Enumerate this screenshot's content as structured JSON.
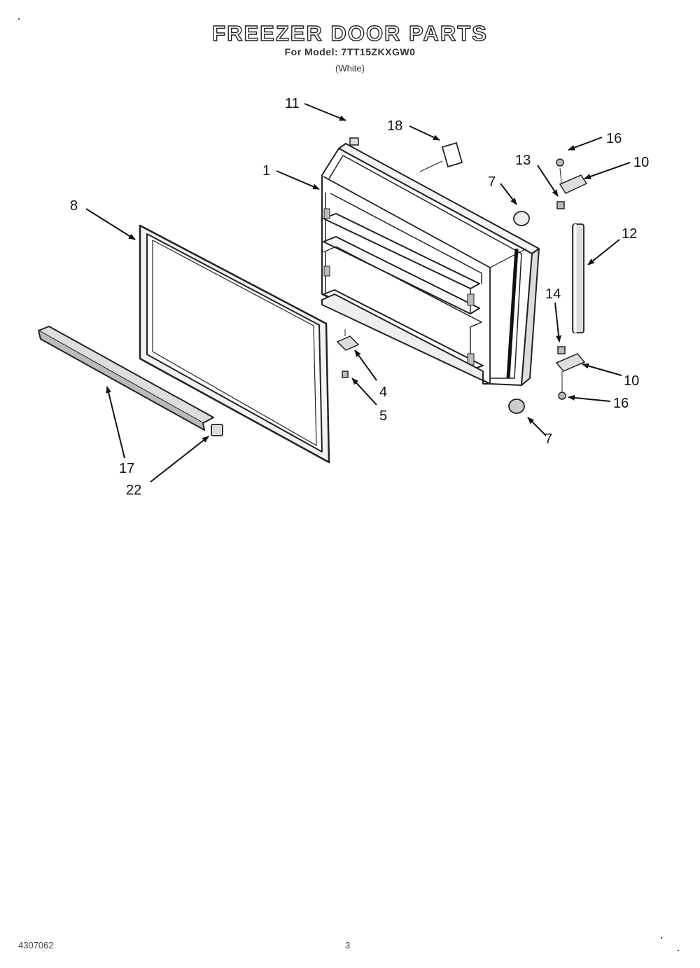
{
  "header": {
    "title": "FREEZER DOOR PARTS",
    "model": "For Model: 7TT15ZKXGW0",
    "color": "(White)"
  },
  "callouts": [
    "11",
    "18",
    "16",
    "13",
    "10",
    "1",
    "7",
    "8",
    "12",
    "14",
    "4",
    "5",
    "10",
    "16",
    "7",
    "17",
    "22"
  ],
  "footer": {
    "doc_number": "4307062",
    "page_number": "3"
  }
}
